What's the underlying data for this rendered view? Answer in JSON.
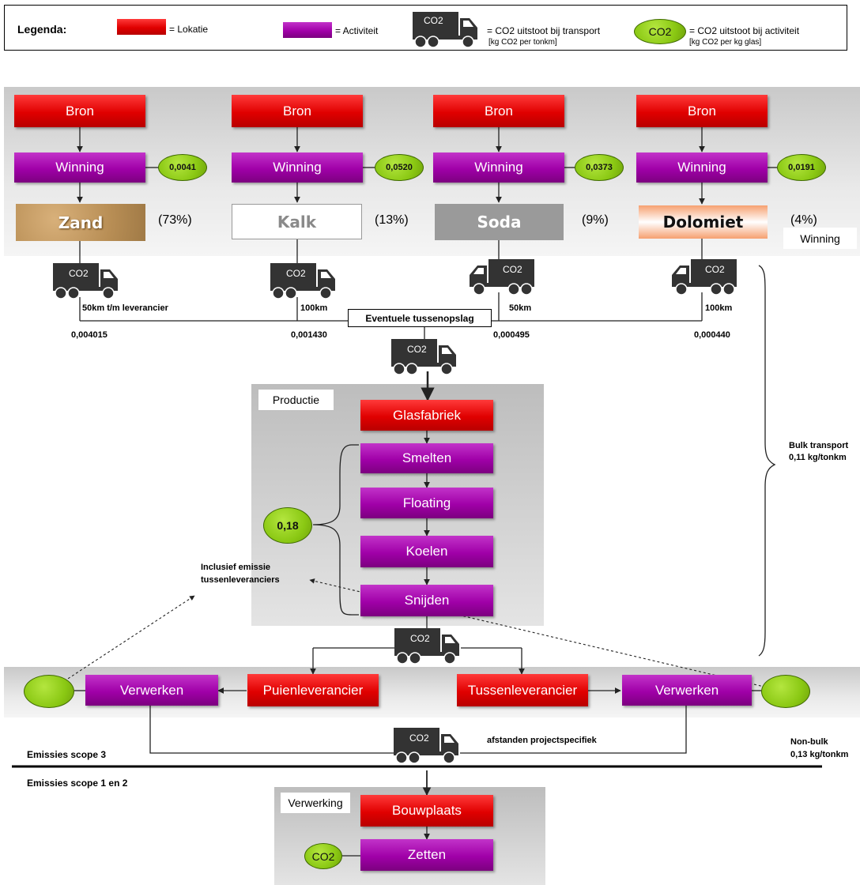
{
  "legend": {
    "title": "Legenda:",
    "lokatie": "= Lokatie",
    "activiteit": "= Activiteit",
    "truck_label": "CO2",
    "transport_line1": "= CO2 uitstoot bij transport",
    "transport_line2": "[kg CO2 per tonkm]",
    "oval_label": "CO2",
    "activity_line1": "= CO2 uitstoot bij activiteit",
    "activity_line2": "[kg CO2 per kg glas]"
  },
  "winning": {
    "label": "Winning",
    "columns": [
      {
        "bron": "Bron",
        "winning": "Winning",
        "emission": "0,0041",
        "material": "Zand",
        "percent": "(73%)",
        "distance": "50km t/m leverancier",
        "transport_value": "0,004015"
      },
      {
        "bron": "Bron",
        "winning": "Winning",
        "emission": "0,0520",
        "material": "Kalk",
        "percent": "(13%)",
        "distance": "100km",
        "transport_value": "0,001430"
      },
      {
        "bron": "Bron",
        "winning": "Winning",
        "emission": "0,0373",
        "material": "Soda",
        "percent": "(9%)",
        "distance": "50km",
        "transport_value": "0,000495"
      },
      {
        "bron": "Bron",
        "winning": "Winning",
        "emission": "0,0191",
        "material": "Dolomiet",
        "percent": "(4%)",
        "distance": "100km",
        "transport_value": "0,000440"
      }
    ]
  },
  "truck_label": "CO2",
  "tussenopslag": "Eventuele tussenopslag",
  "bulk": {
    "line1": "Bulk transport",
    "line2": "0,11 kg/tonkm"
  },
  "productie": {
    "label": "Productie",
    "glasfabriek": "Glasfabriek",
    "steps": [
      "Smelten",
      "Floating",
      "Koelen",
      "Snijden"
    ],
    "emission": "0,18"
  },
  "inclusief": {
    "line1": "Inclusief emissie",
    "line2": "tussenleveranciers"
  },
  "suppliers": {
    "verwerken_left": "Verwerken",
    "puien": "Puienleverancier",
    "tussen": "Tussenleverancier",
    "verwerken_right": "Verwerken"
  },
  "afstanden": "afstanden projectspecifiek",
  "nonbulk": {
    "line1": "Non-bulk",
    "line2": "0,13 kg/tonkm"
  },
  "scope3": "Emissies scope 3",
  "scope12": "Emissies scope 1 en 2",
  "verwerking": {
    "label": "Verwerking",
    "bouwplaats": "Bouwplaats",
    "zetten": "Zetten",
    "oval": "CO2"
  },
  "colors": {
    "location": "#e00000",
    "activity": "#a000a8",
    "emission": "#8ac813",
    "truck": "#333333"
  }
}
